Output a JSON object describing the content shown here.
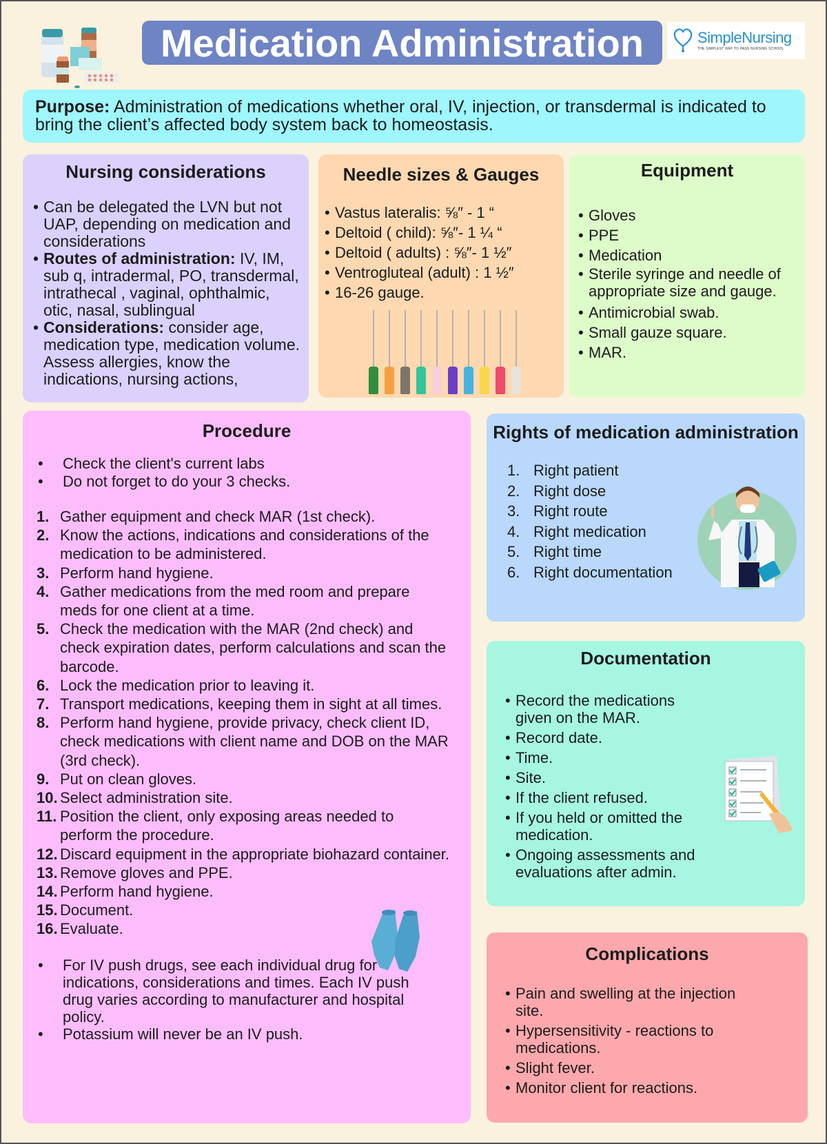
{
  "header": {
    "title": "Medication Administration",
    "logo": {
      "brand": "SimpleNursing",
      "tagline": "THE SIMPLEST WAY TO PASS NURSING SCHOOL"
    },
    "banner_color": "#6e84c4"
  },
  "purpose": {
    "label": "Purpose:",
    "text": " Administration of medications whether oral, IV, injection, or transdermal is indicated to bring the client’s affected body system back to homeostasis."
  },
  "nursing_considerations": {
    "title": "Nursing considerations",
    "items": [
      {
        "bold": "",
        "text": "Can be delegated the LVN but not UAP, depending on medication and considerations"
      },
      {
        "bold": "Routes of administration:",
        "text": "  IV, IM, sub q, intradermal, PO, transdermal, intrathecal , vaginal, ophthalmic, otic, nasal, sublingual"
      },
      {
        "bold": "Considerations:",
        "text": " consider age, medication type, medication volume. Assess allergies, know the indications, nursing actions,"
      }
    ]
  },
  "needle_sizes": {
    "title": "Needle sizes & Gauges",
    "items": [
      "Vastus lateralis: ⅝″ - 1 “",
      "Deltoid ( child): ⅝″- 1 ¼ “",
      "Deltoid ( adults) : ⅝″- 1 ½″",
      "Ventrogluteal (adult) : 1 ½″",
      "16-26 gauge."
    ],
    "needle_colors": [
      "#2f8f3a",
      "#f5a040",
      "#7d756b",
      "#33c49a",
      "#f7cfd8",
      "#6a3fc4",
      "#45b3e0",
      "#f7d94a",
      "#ef4a6a",
      "#e8e4dc"
    ]
  },
  "equipment": {
    "title": "Equipment",
    "items": [
      "Gloves",
      "PPE",
      "Medication",
      "Sterile syringe and needle of appropriate size and gauge.",
      "Antimicrobial swab.",
      "Small gauze square.",
      "MAR."
    ]
  },
  "procedure": {
    "title": "Procedure",
    "pre_items": [
      "Check the client's current labs",
      "Do not forget to do your 3 checks."
    ],
    "steps": [
      {
        "num": "1.",
        "text": "Gather equipment and check MAR (1st check)."
      },
      {
        "num": "2.",
        "text": "Know the actions, indications and considerations of the medication to be administered."
      },
      {
        "num": "3.",
        "text": "Perform hand hygiene."
      },
      {
        "num": "4.",
        "text": "Gather medications from the med room and prepare meds for one client at a time."
      },
      {
        "num": "5.",
        "text": "Check the medication with the MAR (2nd check) and check expiration dates, perform calculations and scan the barcode."
      },
      {
        "num": "6.",
        "text": "Lock the medication prior to leaving it."
      },
      {
        "num": "7.",
        "text": "Transport medications, keeping them in sight at all times."
      },
      {
        "num": "8.",
        "text": "Perform hand hygiene, provide privacy, check client ID, check medications with client name and DOB on the MAR (3rd check)."
      },
      {
        "num": "9.",
        "text": "Put on clean gloves."
      },
      {
        "num": "10.",
        "text": "Select administration site."
      },
      {
        "num": "11.",
        "text": "Position the client, only exposing areas needed to perform the procedure."
      },
      {
        "num": "12.",
        "text": "Discard equipment in the appropriate biohazard container."
      },
      {
        "num": "13.",
        "text": "Remove gloves and PPE."
      },
      {
        "num": "14.",
        "text": "Perform hand hygiene."
      },
      {
        "num": "15.",
        "text": "Document."
      },
      {
        "num": "16.",
        "text": "Evaluate."
      }
    ],
    "post_items": [
      "For IV push drugs, see each individual drug for indications, considerations and times. Each IV push drug varies according to manufacturer and hospital policy.",
      "Potassium will never be an IV push."
    ]
  },
  "rights": {
    "title": "Rights of medication administration",
    "items": [
      {
        "num": "1.",
        "text": "Right patient"
      },
      {
        "num": "2.",
        "text": "Right dose"
      },
      {
        "num": "3.",
        "text": "Right route"
      },
      {
        "num": "4.",
        "text": "Right medication"
      },
      {
        "num": "5.",
        "text": "Right time"
      },
      {
        "num": "6.",
        "text": "Right documentation"
      }
    ]
  },
  "documentation": {
    "title": "Documentation",
    "items": [
      "Record the medications given on the MAR.",
      "Record date.",
      "Time.",
      "Site.",
      "If the client refused.",
      "If you held or omitted the medication.",
      "Ongoing assessments and evaluations after admin."
    ]
  },
  "complications": {
    "title": "Complications",
    "items": [
      "Pain and swelling at the injection site.",
      "Hypersensitivity - reactions to medications.",
      "Slight fever.",
      "Monitor client for reactions."
    ]
  }
}
